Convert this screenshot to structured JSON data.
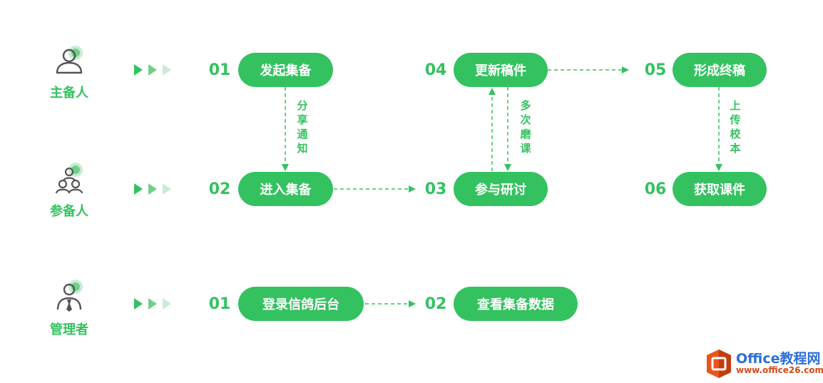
{
  "roles": {
    "host": {
      "label": "主备人"
    },
    "participant": {
      "label": "参备人"
    },
    "admin": {
      "label": "管理者"
    }
  },
  "steps": {
    "host_01": {
      "num": "01",
      "label": "发起集备"
    },
    "part_02": {
      "num": "02",
      "label": "进入集备"
    },
    "part_03": {
      "num": "03",
      "label": "参与研讨"
    },
    "host_04": {
      "num": "04",
      "label": "更新稿件"
    },
    "host_05": {
      "num": "05",
      "label": "形成终稿"
    },
    "part_06": {
      "num": "06",
      "label": "获取课件"
    },
    "admin_01": {
      "num": "01",
      "label": "登录信鸽后台"
    },
    "admin_02": {
      "num": "02",
      "label": "查看集备数据"
    }
  },
  "connector_labels": {
    "share_notice": "分享通知",
    "multiple_review": "多次磨课",
    "upload_proof": "上传校本"
  },
  "logo": {
    "brand": "Office教程网",
    "url": "www.office26.com"
  },
  "colors": {
    "accent": "#34c260",
    "accent_light": "#c9ecd3",
    "icon_stroke": "#555555"
  }
}
